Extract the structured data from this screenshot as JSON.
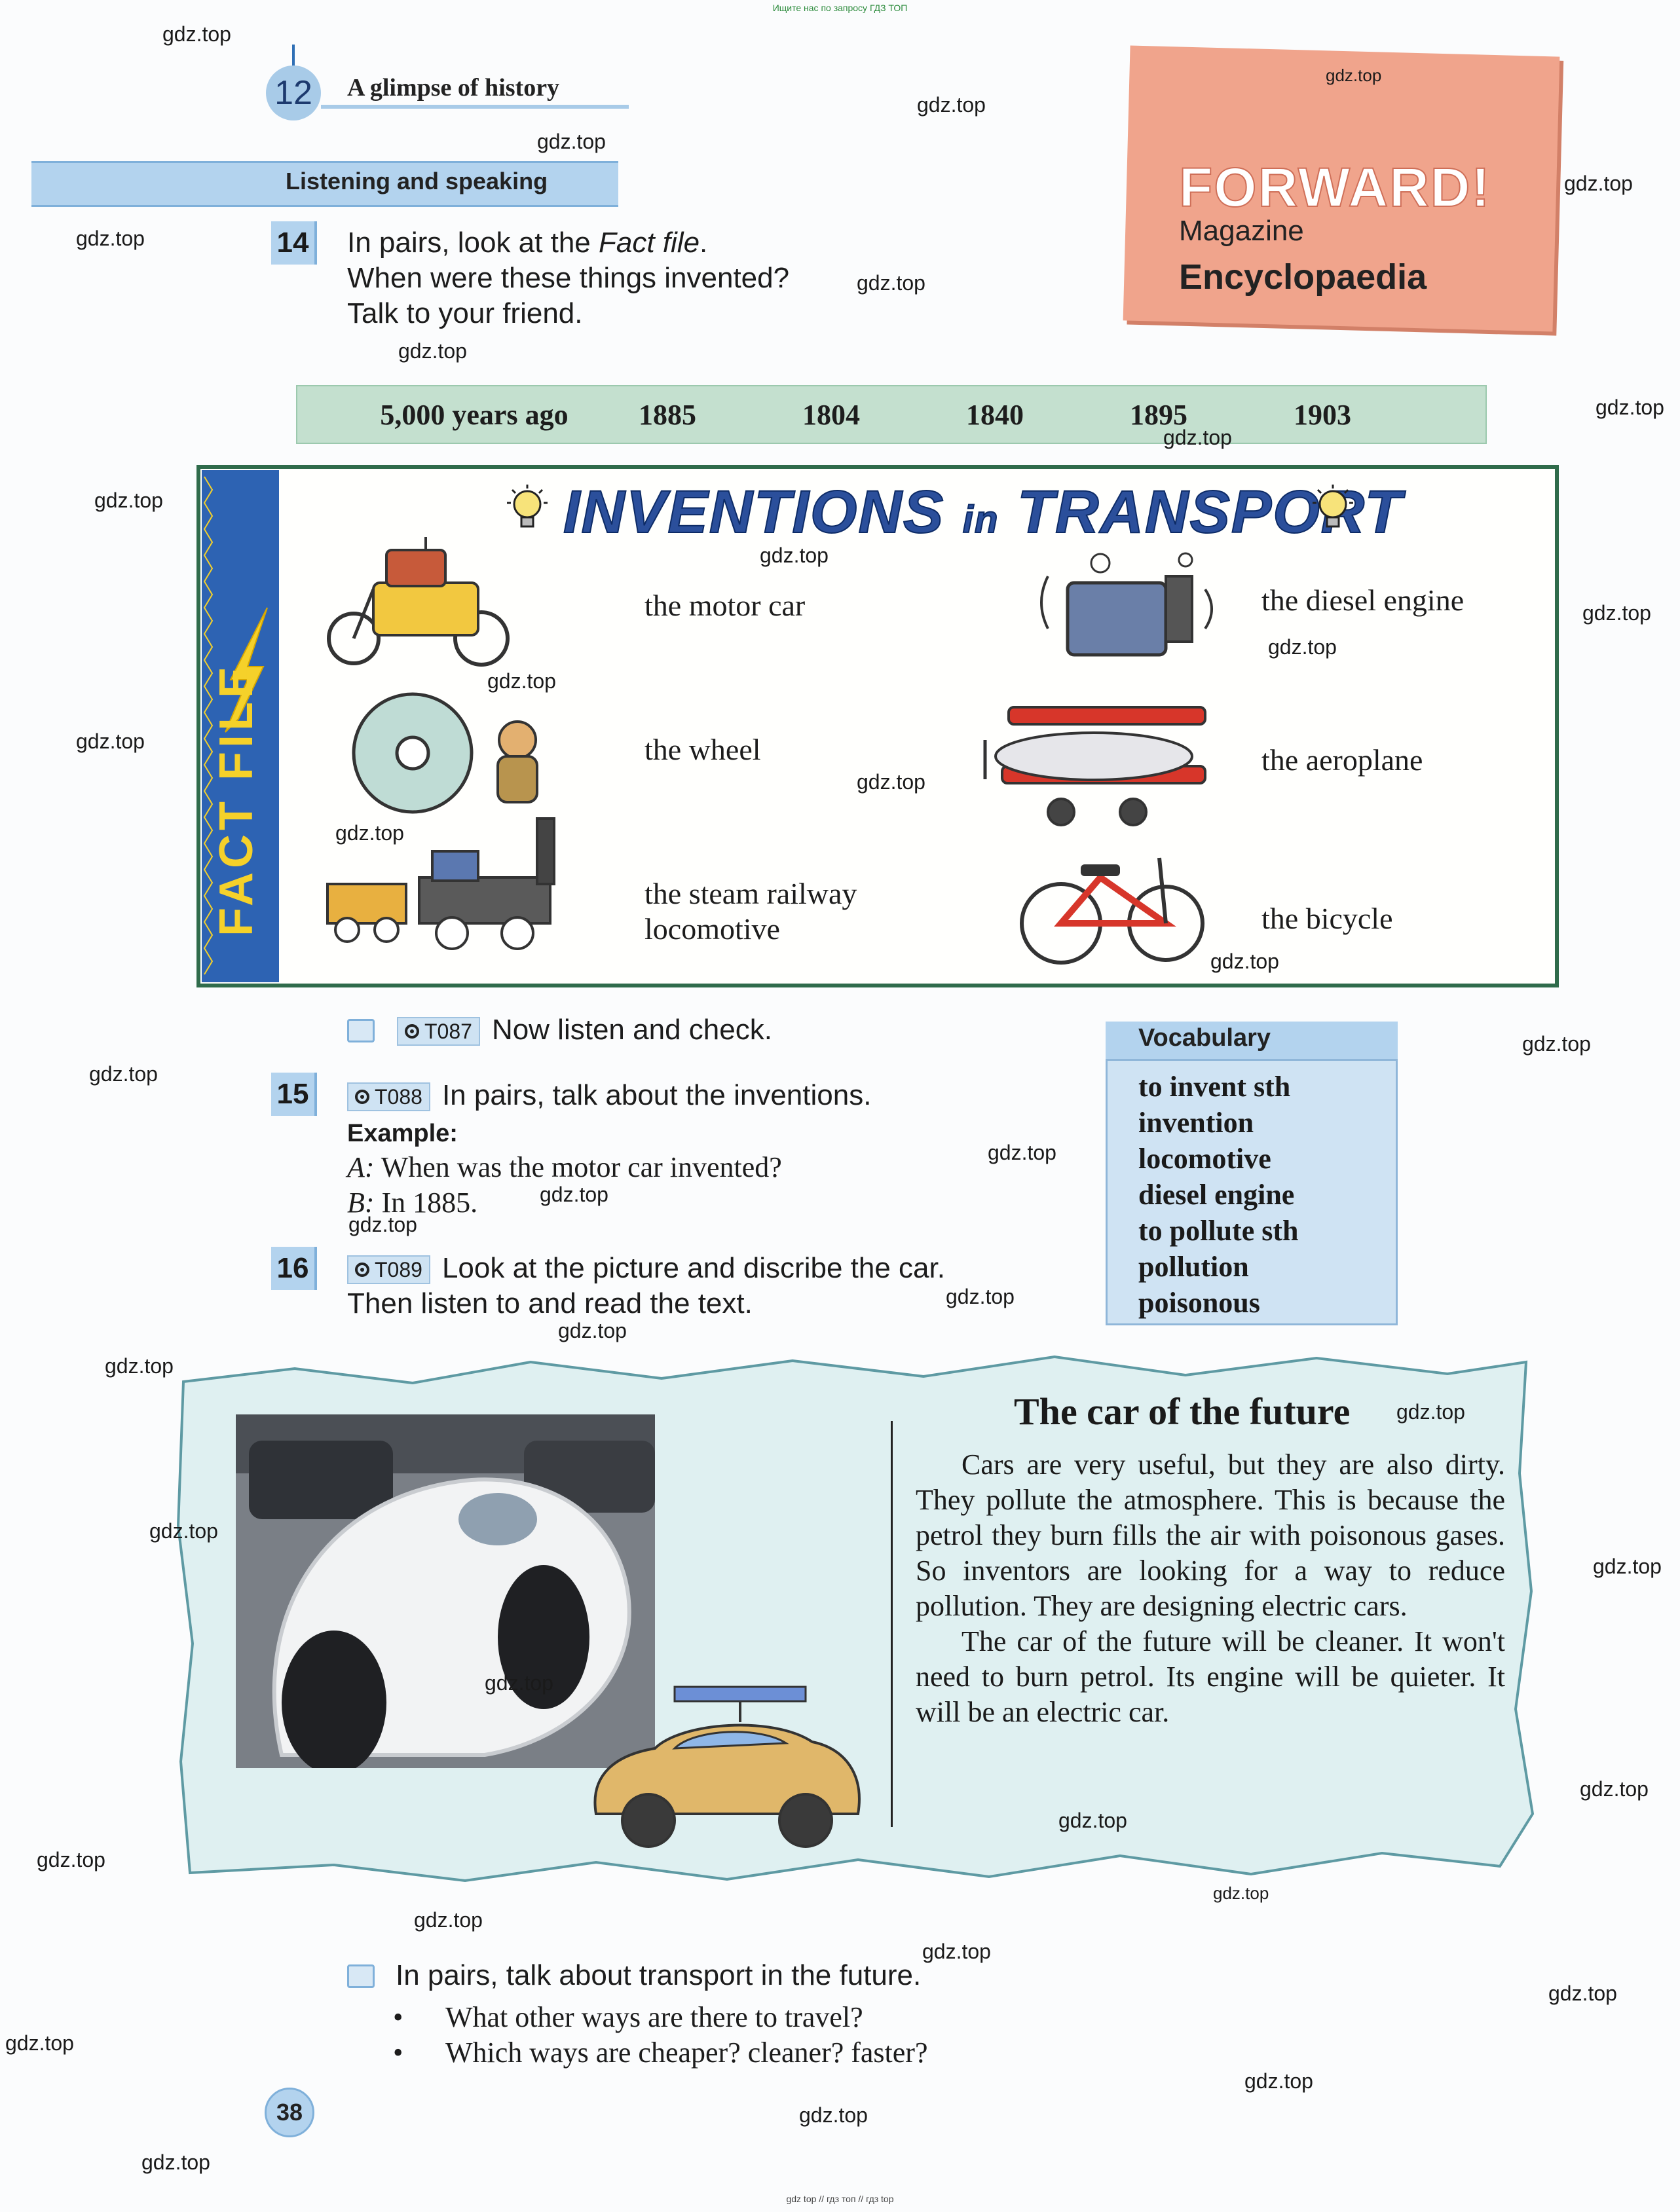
{
  "banner_top": "Ищите нас по запросу ГДЗ ТОП",
  "banner_bottom": "gdz top // гдз топ // гдз top",
  "unit": {
    "number": "12",
    "title": "A glimpse of history"
  },
  "section": "Listening and speaking",
  "magazine": {
    "brand": "FORWARD!",
    "line1": "Magazine",
    "line2": "Encyclopaedia"
  },
  "ex14": {
    "number": "14",
    "line1_a": "In pairs, look at the ",
    "line1_b": "Fact file",
    "line1_c": ".",
    "line2": "When were these things invented?",
    "line3": "Talk to your friend."
  },
  "dates": [
    "5,000 years ago",
    "1885",
    "1804",
    "1840",
    "1895",
    "1903"
  ],
  "fact_file": {
    "strip_label": "FACT FILE",
    "title_a": "INVENTIONS",
    "title_b": "in",
    "title_c": "TRANSPORT",
    "items": [
      {
        "label": "the motor car",
        "icon": "motor-car-icon"
      },
      {
        "label": "the wheel",
        "icon": "wheel-icon"
      },
      {
        "label_1": "the steam railway",
        "label_2": "locomotive",
        "icon": "locomotive-icon"
      },
      {
        "label": "the diesel engine",
        "icon": "diesel-engine-icon"
      },
      {
        "label": "the aeroplane",
        "icon": "aeroplane-icon"
      },
      {
        "label": "the bicycle",
        "icon": "bicycle-icon"
      }
    ]
  },
  "listen_check": {
    "track": "T087",
    "text": "Now listen and check."
  },
  "ex15": {
    "number": "15",
    "track": "T088",
    "text": "In pairs, talk about the inventions.",
    "example_label": "Example:",
    "a_label": "A:",
    "a_text": "When was the motor car invented?",
    "b_label": "B:",
    "b_text": "In 1885."
  },
  "ex16": {
    "number": "16",
    "track": "T089",
    "line1": "Look at the picture and discribe the car.",
    "line2": "Then listen to and read the text."
  },
  "vocabulary": {
    "title": "Vocabulary",
    "items": [
      "to invent sth",
      "invention",
      "locomotive",
      "diesel engine",
      "to pollute sth",
      "pollution",
      "poisonous"
    ]
  },
  "future": {
    "title": "The car of the future",
    "para1": "Cars are very useful, but they are also dirty. They pollute the atmosphere. This is because the petrol they burn fills the air with poisonous gases. So inventors are looking for a way to reduce pollution. They are designing electric cars.",
    "para2": "The car of the future will be cleaner. It won't need to burn petrol. Its engine will be quieter. It will be an electric car."
  },
  "ex17": {
    "text": "In pairs, talk about transport in the future.",
    "bullets": [
      "What other ways are there to travel?",
      "Which ways are cheaper? cleaner? faster?"
    ]
  },
  "page_number": "38",
  "watermark": "gdz.top",
  "colors": {
    "accent_blue": "#b3d3ee",
    "fact_green": "#2f6b4b",
    "mag_pink": "#f0a48c",
    "dates_green": "#c4e0cf"
  }
}
